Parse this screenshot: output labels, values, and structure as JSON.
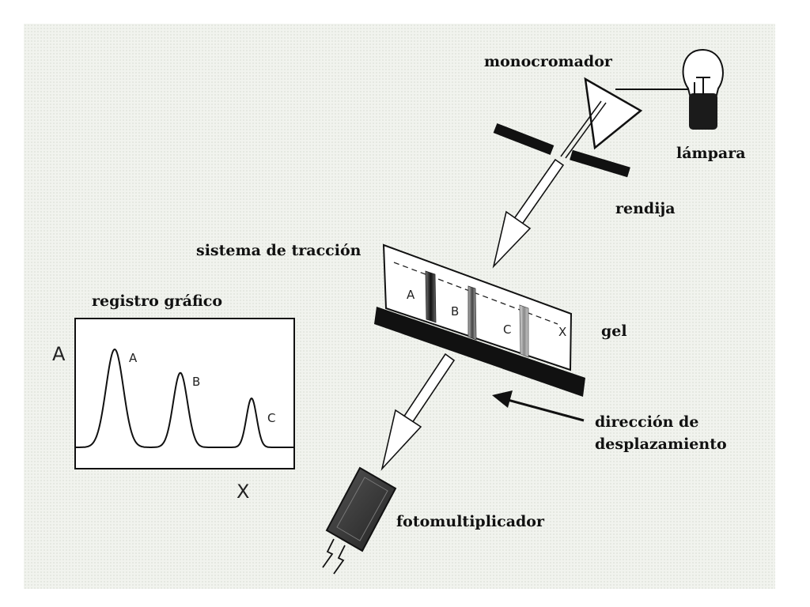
{
  "labels": {
    "monochromator": "monocromador",
    "lamp": "lámpara",
    "slit": "rendija",
    "traction_system": "sistema de tracción",
    "gel": "gel",
    "direction_line1": "dirección de",
    "direction_line2": "desplazamiento",
    "photomultiplier": "fotomultiplicador",
    "graphic_record": "registro gráfico"
  },
  "graph": {
    "y_axis": "A",
    "x_axis": "X",
    "peaks": [
      {
        "label": "A",
        "relative_height": 1.0
      },
      {
        "label": "B",
        "relative_height": 0.76
      },
      {
        "label": "C",
        "relative_height": 0.5
      }
    ]
  },
  "gel": {
    "bands": [
      "A",
      "B",
      "C"
    ],
    "scan_line_label": "X"
  }
}
